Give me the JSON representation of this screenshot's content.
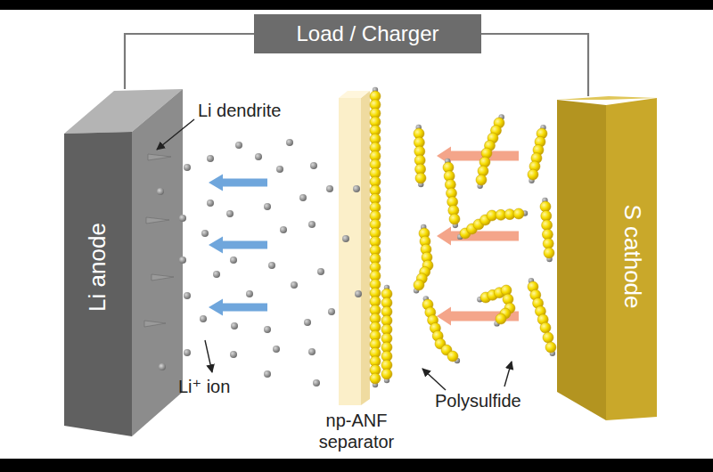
{
  "diagram": {
    "nodes": [
      {
        "text": [
          "Load / Charger"
        ]
      },
      {
        "text": [
          "Li anode"
        ]
      },
      {
        "text": [
          "np-ANF separator"
        ]
      },
      {
        "text": [
          "S cathode"
        ]
      }
    ],
    "edges": [
      {
        "from": 1,
        "to": 0,
        "arrow": "none"
      },
      {
        "from": 0,
        "to": 3,
        "arrow": "none"
      }
    ],
    "labels": [
      "Li dendrite",
      "Li⁺ ion",
      "Polysulfide"
    ]
  }
}
